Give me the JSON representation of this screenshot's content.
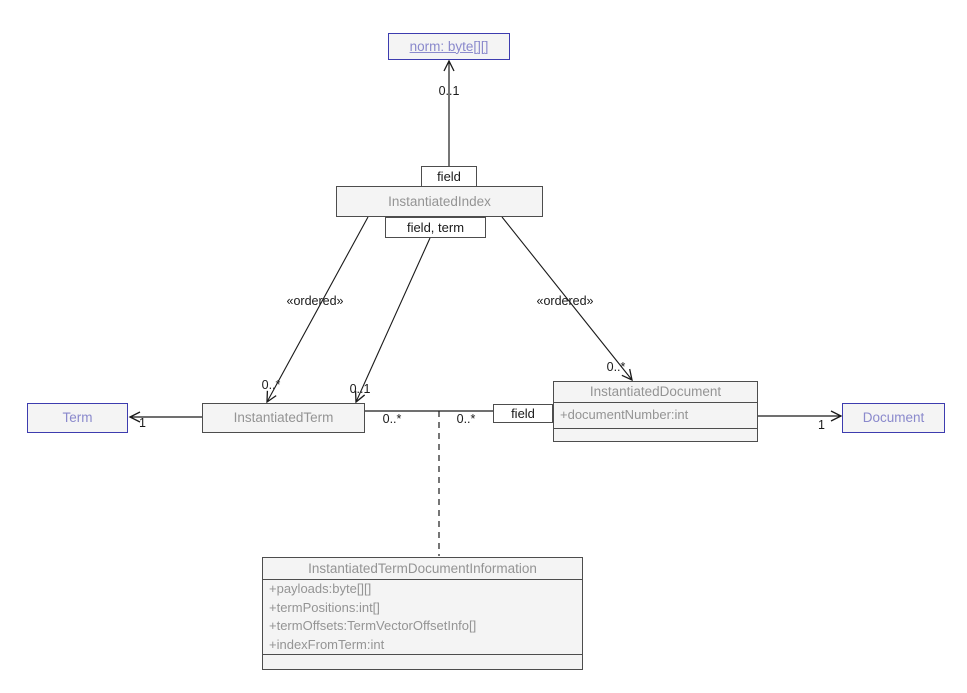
{
  "diagram": {
    "classes": {
      "norm": {
        "name": "norm: byte[][]"
      },
      "instantiated_index": {
        "name": "InstantiatedIndex"
      },
      "instantiated_term": {
        "name": "InstantiatedTerm"
      },
      "term": {
        "name": "Term"
      },
      "instantiated_document": {
        "name": "InstantiatedDocument",
        "attributes": [
          "+documentNumber:int"
        ]
      },
      "document": {
        "name": "Document"
      },
      "itdi": {
        "name": "InstantiatedTermDocumentInformation",
        "attributes": [
          "+payloads:byte[][]",
          "+termPositions:int[]",
          "+termOffsets:TermVectorOffsetInfo[]",
          "+indexFromTerm:int"
        ]
      }
    },
    "qualifiers": {
      "field_top": "field",
      "field_term": "field, term",
      "field_right": "field"
    },
    "labels": {
      "mult_norm": "0..1",
      "stereotype_left": "«ordered»",
      "stereotype_right": "«ordered»",
      "mult_term_arrow_left": "0..*",
      "mult_term_arrow_right": "0..1",
      "mult_doc_arrow": "0..*",
      "mult_term_one": "1",
      "mult_assoc_left": "0..*",
      "mult_assoc_right": "0..*",
      "mult_doc_one": "1"
    },
    "colors": {
      "box_fill": "#f4f4f4",
      "box_border": "#4d4d4d",
      "class_text": "#949494",
      "blue_border": "#3d3caf",
      "blue_text": "#8a89cc",
      "line": "#1a1a1a",
      "background": "#ffffff"
    }
  }
}
